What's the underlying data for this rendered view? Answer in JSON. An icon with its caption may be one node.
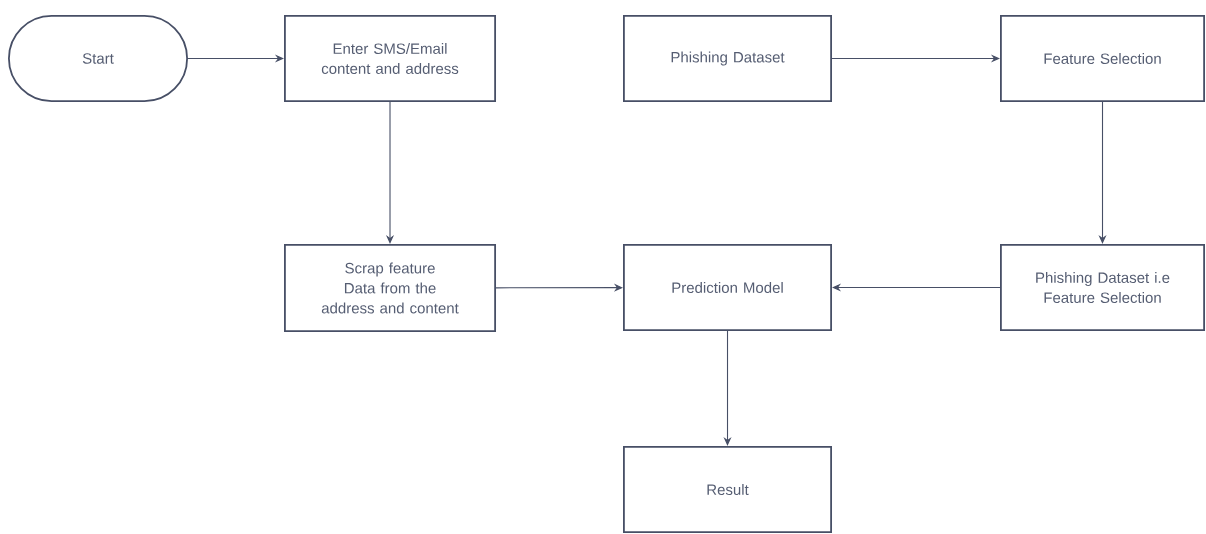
{
  "diagram": {
    "nodes": [
      {
        "text": [
          "Start"
        ]
      },
      {
        "text": [
          "Enter SMS/Email content and address"
        ]
      },
      {
        "text": [
          "Phishing Dataset"
        ]
      },
      {
        "text": [
          "Feature Selection"
        ]
      },
      {
        "text": [
          "Scrap feature Data from the address and content"
        ]
      },
      {
        "text": [
          "Prediction Model"
        ]
      },
      {
        "text": [
          "Phishing Dataset i.e Feature Selection"
        ]
      },
      {
        "text": [
          "Result"
        ]
      }
    ],
    "edges": [
      {
        "from": 0,
        "to": 1,
        "arrow": "to"
      },
      {
        "from": 1,
        "to": 4,
        "arrow": "to"
      },
      {
        "from": 2,
        "to": 3,
        "arrow": "to"
      },
      {
        "from": 3,
        "to": 6,
        "arrow": "to"
      },
      {
        "from": 4,
        "to": 5,
        "arrow": "to"
      },
      {
        "from": 6,
        "to": 5,
        "arrow": "to"
      },
      {
        "from": 5,
        "to": 7,
        "arrow": "to"
      }
    ]
  }
}
